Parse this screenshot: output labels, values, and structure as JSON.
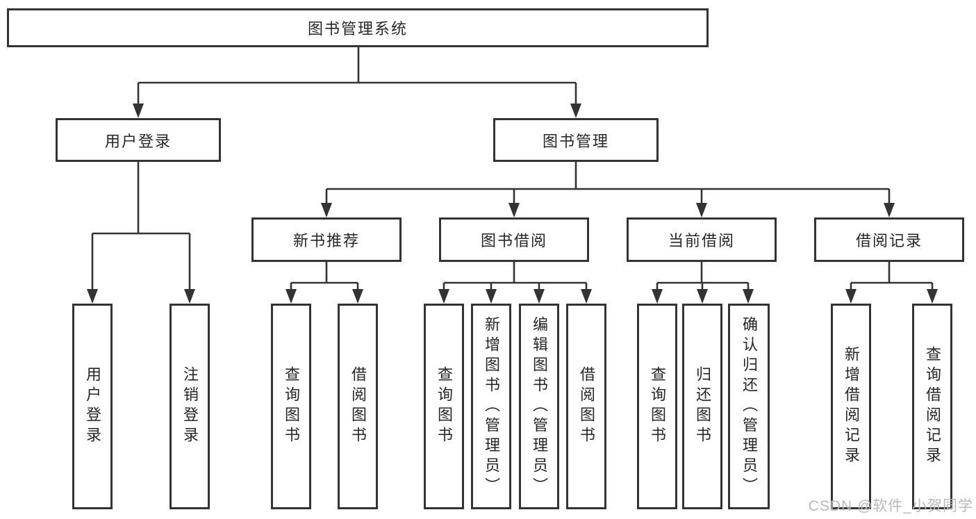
{
  "diagram": {
    "root": {
      "label": "图书管理系统"
    },
    "branches": [
      {
        "label": "用户登录",
        "children": [
          {
            "label": "用户登录"
          },
          {
            "label": "注销登录"
          }
        ]
      },
      {
        "label": "图书管理",
        "children": [
          {
            "label": "新书推荐",
            "children": [
              {
                "label": "查询图书"
              },
              {
                "label": "借阅图书"
              }
            ]
          },
          {
            "label": "图书借阅",
            "children": [
              {
                "label": "查询图书"
              },
              {
                "label": "新增图书（管理员）"
              },
              {
                "label": "编辑图书（管理员）"
              },
              {
                "label": "借阅图书"
              }
            ]
          },
          {
            "label": "当前借阅",
            "children": [
              {
                "label": "查询图书"
              },
              {
                "label": "归还图书"
              },
              {
                "label": "确认归还（管理员）"
              }
            ]
          },
          {
            "label": "借阅记录",
            "children": [
              {
                "label": "新增借阅记录"
              },
              {
                "label": "查询借阅记录"
              }
            ]
          }
        ]
      }
    ]
  },
  "watermark": {
    "text": "CSDN @软件_小贺同学"
  },
  "colors": {
    "line": "#333333",
    "text": "#262626",
    "background": "#ffffff",
    "watermark": "#b9b9b9"
  }
}
